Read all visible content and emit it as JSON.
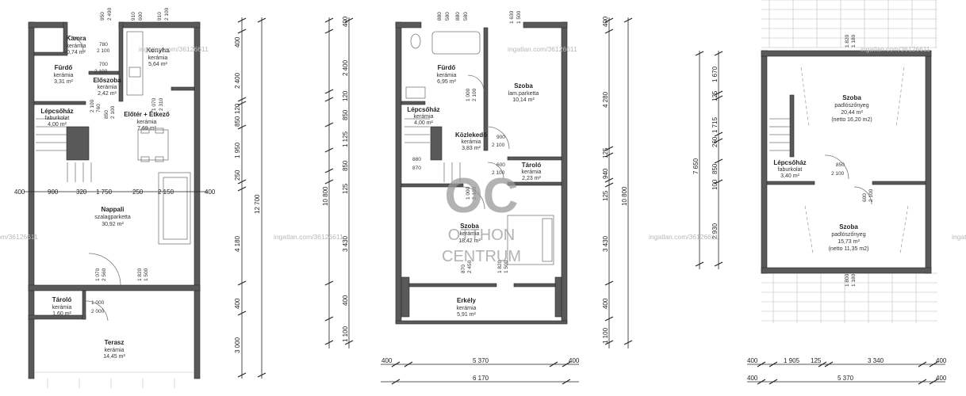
{
  "watermark": "ingatlan.com/36126611",
  "logo": {
    "mark": "OC",
    "line1": "OTTHON",
    "line2": "CENTRUM"
  },
  "ground_floor": {
    "rooms": [
      {
        "name": "Kamra",
        "material": "kerámia",
        "area": "0,74 m²"
      },
      {
        "name": "Fürdő",
        "material": "kerámia",
        "area": "3,31 m²"
      },
      {
        "name": "Konyha",
        "material": "kerámia",
        "area": "5,64 m²"
      },
      {
        "name": "Előszoba",
        "material": "kerámia",
        "area": "2,42 m²"
      },
      {
        "name": "Lépcsőház",
        "material": "faburkolat",
        "area": "4,00 m²"
      },
      {
        "name": "Előtér + Étkező",
        "material": "kerámia",
        "area": "7,69 m²"
      },
      {
        "name": "Nappali",
        "material": "szalagparketta",
        "area": "30,92 m²"
      },
      {
        "name": "Tároló",
        "material": "kerámia",
        "area": "1,60 m²"
      },
      {
        "name": "Terasz",
        "material": "kerámia",
        "area": "14,45 m²"
      }
    ],
    "top_dims": [
      "950",
      "2 490",
      "910",
      "600",
      "910",
      "2 100"
    ],
    "inner_dims": [
      "780",
      "2 100",
      "700",
      "2 100",
      "760",
      "2 100",
      "850",
      "2 100",
      "1 070",
      "2 310",
      "1 070",
      "2 560",
      "1 820",
      "1 500",
      "1 000",
      "2 000"
    ],
    "horizontal_dims": [
      "400",
      "900",
      "320",
      "1 750",
      "250",
      "2 150",
      "400"
    ]
  },
  "ground_vertical_dims": {
    "segments": [
      "400",
      "2 400",
      "120",
      "850",
      "1 950",
      "250",
      "4 180",
      "400",
      "3 000"
    ],
    "total": "12 700"
  },
  "upper_floor": {
    "rooms": [
      {
        "name": "Fürdő",
        "material": "kerámia",
        "area": "6,95 m²"
      },
      {
        "name": "Szoba",
        "material": "lam.parketta",
        "area": "10,14 m²"
      },
      {
        "name": "Lépcsőház",
        "material": "kerámia",
        "area": "4,00 m²"
      },
      {
        "name": "Közlekedő",
        "material": "kerámia",
        "area": "3,83 m²"
      },
      {
        "name": "Tároló",
        "material": "kerámia",
        "area": "2,23 m²"
      },
      {
        "name": "Szoba",
        "material": "kerámia",
        "area": "18,42 m²"
      },
      {
        "name": "Erkély",
        "material": "kerámia",
        "area": "5,91 m²"
      }
    ],
    "top_dims": [
      "880",
      "580",
      "880",
      "580",
      "1 630",
      "1 500"
    ],
    "inner_dims": [
      "1 000",
      "2 100",
      "900",
      "2 100",
      "600",
      "2 100",
      "880",
      "870",
      "1 000",
      "2 100",
      "870",
      "2 450",
      "1 820",
      "1 500"
    ],
    "left_dims": [
      "400",
      "2 400",
      "120",
      "850",
      "1 125",
      "850",
      "125",
      "3 430",
      "400",
      "1 100"
    ],
    "left_total": "10 800",
    "right_dims": [
      "400",
      "4 280",
      "125",
      "940",
      "125",
      "3 430",
      "400",
      "1 100"
    ],
    "right_total": "10 800",
    "bottom_row1": [
      "400",
      "5 370",
      "400"
    ],
    "bottom_total": "6 170"
  },
  "attic": {
    "rooms": [
      {
        "name": "Szoba",
        "material": "padlószőnyeg",
        "area": "20,44 m²",
        "net": "(netto 16,20 m2)"
      },
      {
        "name": "Lépcsőház",
        "material": "faburkolat",
        "area": "3,40 m²"
      },
      {
        "name": "Szoba",
        "material": "padlószőnyeg",
        "area": "15,73 m²",
        "net": "(netto 11,35 m2)"
      }
    ],
    "inner_dims": [
      "1 820",
      "1 180",
      "850",
      "2 100",
      "600",
      "2 100",
      "1 800",
      "1 180"
    ],
    "left_dims": [
      "1 670",
      "125",
      "1 715",
      "260",
      "850",
      "100",
      "2 930"
    ],
    "left_total": "7 650",
    "bottom_row1": [
      "400",
      "1 905",
      "125",
      "3 340",
      "400"
    ],
    "bottom_row2": [
      "400",
      "5 370",
      "400"
    ]
  }
}
